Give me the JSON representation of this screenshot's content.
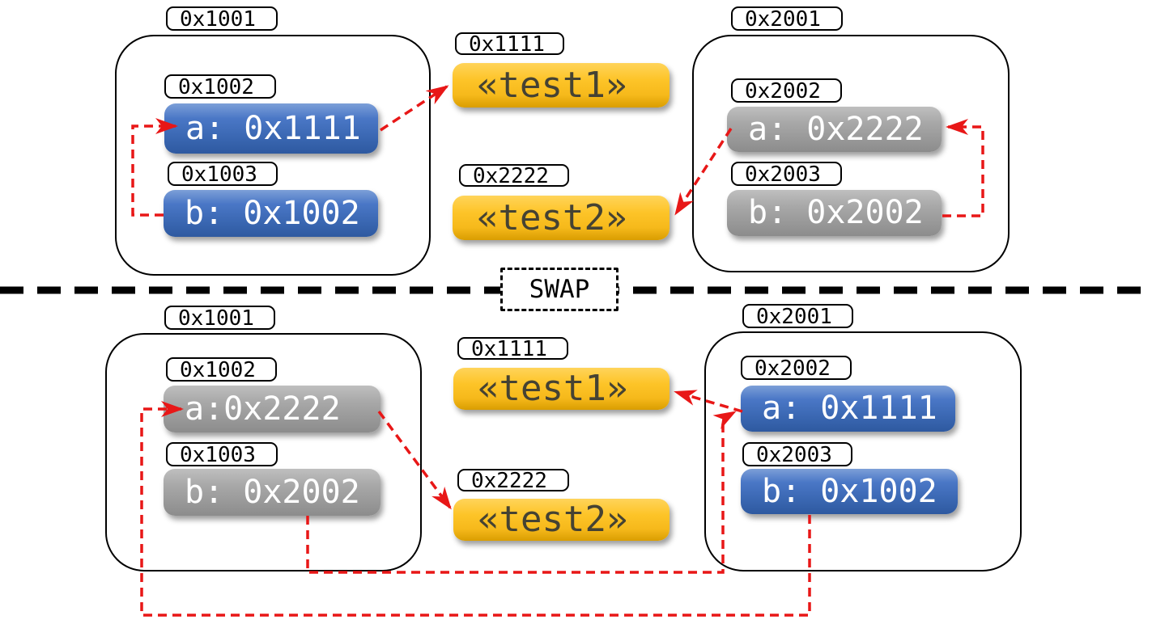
{
  "colors": {
    "pointer_arrow_red": "#e81717",
    "variable_blue": "#4472c4",
    "variable_gray": "#9e9e9e",
    "heap_yellow": "#fdc428",
    "outline_black": "#000000"
  },
  "divider": {
    "label": "SWAP"
  },
  "top": {
    "left_frame": {
      "address": "0x1001",
      "slots": [
        {
          "address": "0x1002",
          "value": "a: 0x1111"
        },
        {
          "address": "0x1003",
          "value": "b: 0x1002"
        }
      ]
    },
    "heap": [
      {
        "address": "0x1111",
        "value": "«test1»"
      },
      {
        "address": "0x2222",
        "value": "«test2»"
      }
    ],
    "right_frame": {
      "address": "0x2001",
      "slots": [
        {
          "address": "0x2002",
          "value": "a: 0x2222"
        },
        {
          "address": "0x2003",
          "value": "b: 0x2002"
        }
      ]
    }
  },
  "bottom": {
    "left_frame": {
      "address": "0x1001",
      "slots": [
        {
          "address": "0x1002",
          "value": "a:0x2222"
        },
        {
          "address": "0x1003",
          "value": "b: 0x2002"
        }
      ]
    },
    "heap": [
      {
        "address": "0x1111",
        "value": "«test1»"
      },
      {
        "address": "0x2222",
        "value": "«test2»"
      }
    ],
    "right_frame": {
      "address": "0x2001",
      "slots": [
        {
          "address": "0x2002",
          "value": "a: 0x1111"
        },
        {
          "address": "0x2003",
          "value": "b: 0x1002"
        }
      ]
    }
  }
}
